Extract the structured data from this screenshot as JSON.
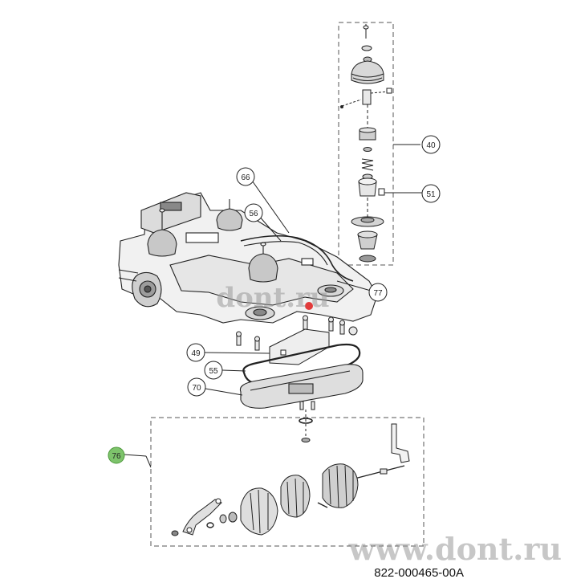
{
  "diagram": {
    "callouts": [
      {
        "id": "40",
        "label": "40"
      },
      {
        "id": "51",
        "label": "51"
      },
      {
        "id": "66",
        "label": "66"
      },
      {
        "id": "56",
        "label": "56"
      },
      {
        "id": "77",
        "label": "77"
      },
      {
        "id": "49",
        "label": "49"
      },
      {
        "id": "55",
        "label": "55"
      },
      {
        "id": "70",
        "label": "70"
      },
      {
        "id": "76",
        "label": "76",
        "highlighted": true
      }
    ],
    "part_code": "822-000465-00A",
    "watermarks": {
      "center": "dont.ru",
      "bottom": "www.dont.ru"
    },
    "colors": {
      "line": "#222222",
      "highlight": "#7dc36b",
      "red_dot": "#e23b3b",
      "watermark": "#9a9a9a"
    }
  }
}
